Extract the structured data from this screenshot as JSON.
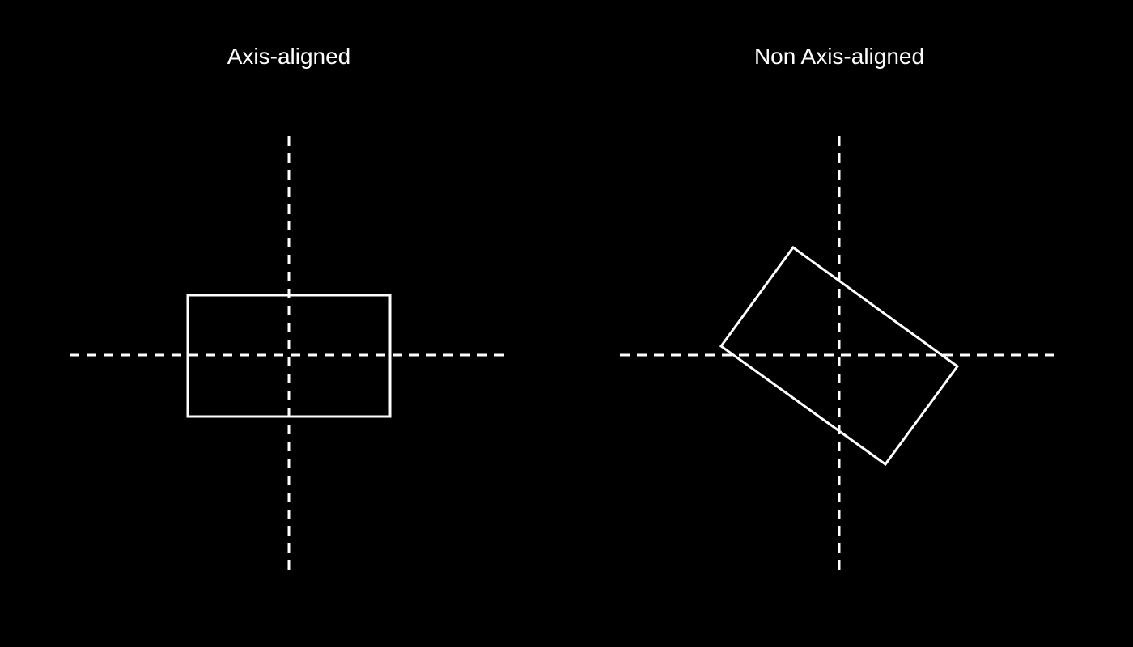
{
  "background": "#000000",
  "stroke_color": "#ffffff",
  "panels": [
    {
      "title": "Axis-aligned",
      "rotation_deg": 0
    },
    {
      "title": "Non Axis-aligned",
      "rotation_deg": 37
    }
  ]
}
